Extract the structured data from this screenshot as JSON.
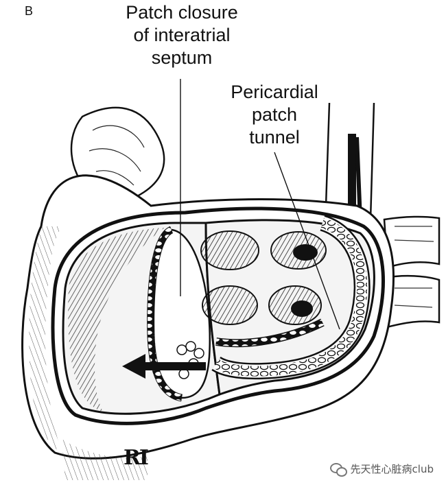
{
  "figure": {
    "panel_letter": "B",
    "labels": {
      "septum": [
        "Patch closure",
        "of interatrial",
        "septum"
      ],
      "tunnel": [
        "Pericardial",
        "patch",
        "tunnel"
      ]
    },
    "signature": "RI",
    "watermark": "先天性心脏病club"
  },
  "colors": {
    "ink": "#111111",
    "paper": "#ffffff",
    "shade": "#d9d9d9"
  }
}
